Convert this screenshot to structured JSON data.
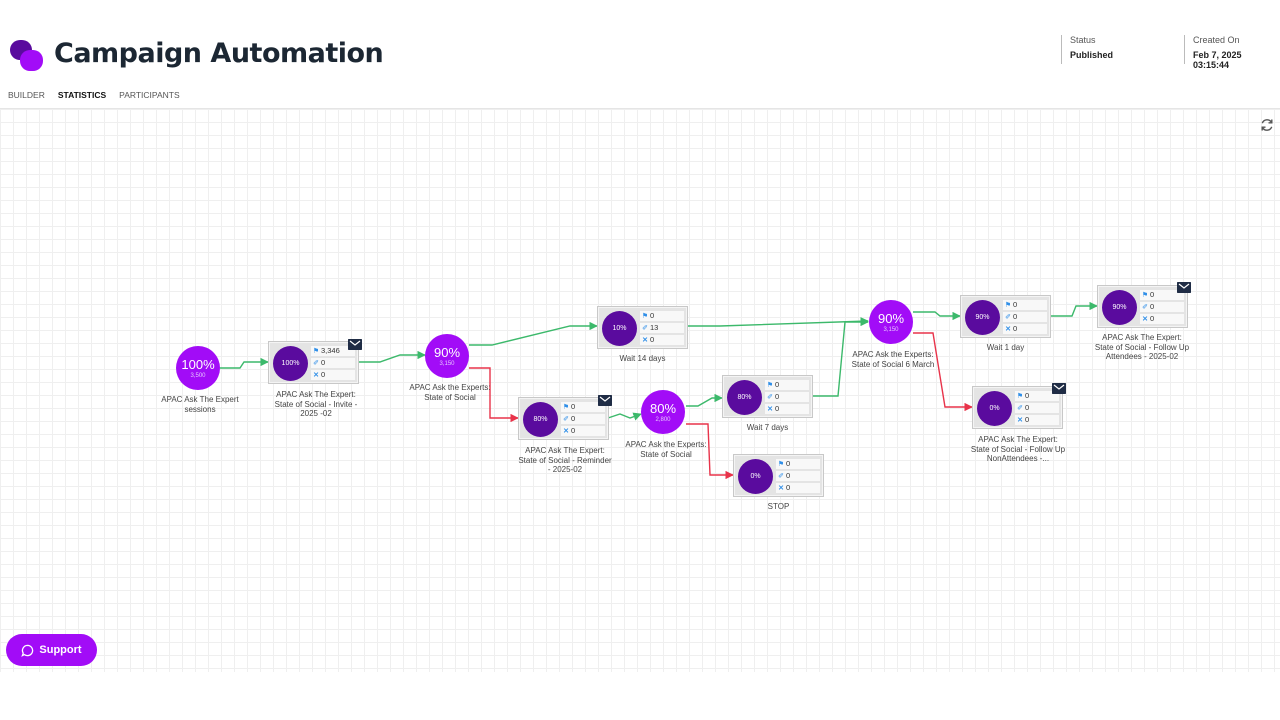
{
  "header": {
    "title": "Campaign Automation",
    "status_label": "Status",
    "status_value": "Published",
    "created_label": "Created On",
    "created_value": "Feb 7, 2025 03:15:44",
    "brand_color": "#a20cf7"
  },
  "tabs": [
    {
      "label": "BUILDER",
      "active": false
    },
    {
      "label": "STATISTICS",
      "active": true
    },
    {
      "label": "PARTICIPANTS",
      "active": false
    }
  ],
  "canvas": {
    "refresh_icon": "refresh-icon",
    "start": {
      "pct": "100%",
      "count": "3,500",
      "label": "APAC Ask The Expert sessions"
    },
    "decisions": [
      {
        "pct": "90%",
        "count": "3,150",
        "label": "APAC Ask the Experts: State of Social"
      },
      {
        "pct": "80%",
        "count": "2,800",
        "label": "APAC Ask the Experts: State of Social"
      },
      {
        "pct": "90%",
        "count": "3,150",
        "label": "APAC Ask the Experts: State of Social 6 March"
      }
    ],
    "steps": [
      {
        "pct": "100%",
        "stats": [
          "3,346",
          "0",
          "0"
        ],
        "label": "APAC Ask The Expert: State of Social - Invite - 2025 -02",
        "email": true
      },
      {
        "pct": "10%",
        "stats": [
          "0",
          "13",
          "0"
        ],
        "label": "Wait 14 days",
        "email": false
      },
      {
        "pct": "80%",
        "stats": [
          "0",
          "0",
          "0"
        ],
        "label": "APAC Ask The Expert: State of Social - Reminder - 2025-02",
        "email": true
      },
      {
        "pct": "80%",
        "stats": [
          "0",
          "0",
          "0"
        ],
        "label": "Wait 7 days",
        "email": false
      },
      {
        "pct": "0%",
        "stats": [
          "0",
          "0",
          "0"
        ],
        "label": "STOP",
        "email": false
      },
      {
        "pct": "90%",
        "stats": [
          "0",
          "0",
          "0"
        ],
        "label": "Wait 1 day",
        "email": false
      },
      {
        "pct": "90%",
        "stats": [
          "0",
          "0",
          "0"
        ],
        "label": "APAC Ask The Expert: State of Social - Follow Up Attendees - 2025-02",
        "email": true
      },
      {
        "pct": "0%",
        "stats": [
          "0",
          "0",
          "0"
        ],
        "label": "APAC Ask The Expert: State of Social - Follow Up NonAttendees -...",
        "email": true
      }
    ],
    "edge_colors": {
      "yes": "#3cb96b",
      "no": "#e8334a"
    }
  },
  "support": {
    "label": "Support"
  }
}
